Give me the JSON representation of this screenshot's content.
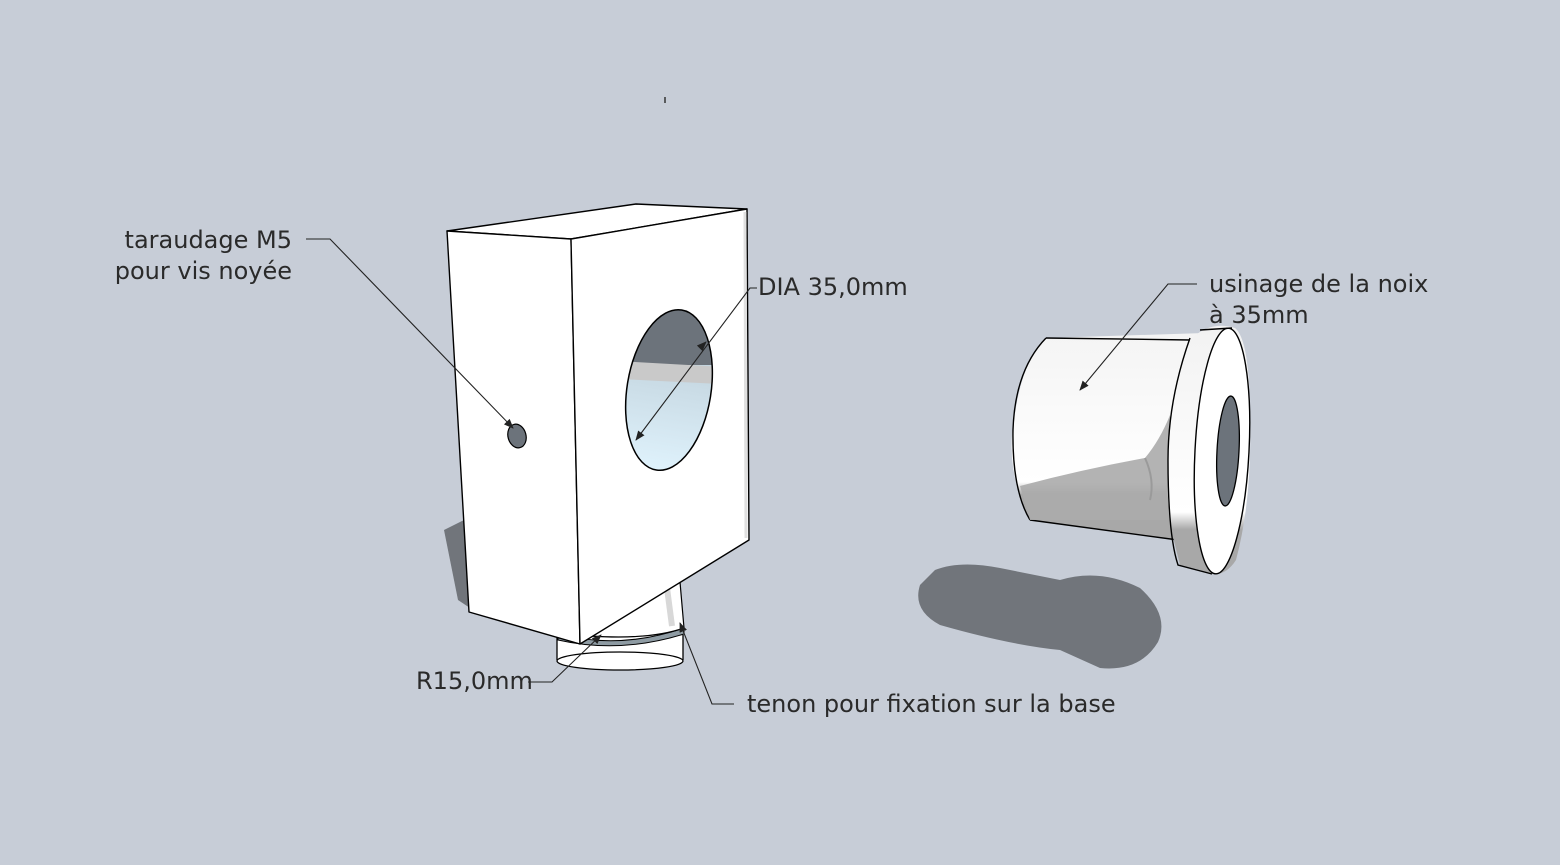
{
  "annotations": {
    "tapping_line1": "taraudage M5",
    "tapping_line2": "pour vis noyée",
    "diameter": "DIA 35,0mm",
    "machining_line1": "usinage de la noix",
    "machining_line2": "à 35mm",
    "radius": "R15,0mm",
    "tenon": "tenon pour fixation sur la base"
  },
  "colors": {
    "background": "#c7cdd7",
    "face_white": "#ffffff",
    "shadow": "#71757b",
    "hole_shade": "#6c737b",
    "hole_light": "#c9e6f5",
    "edge": "#000000"
  }
}
